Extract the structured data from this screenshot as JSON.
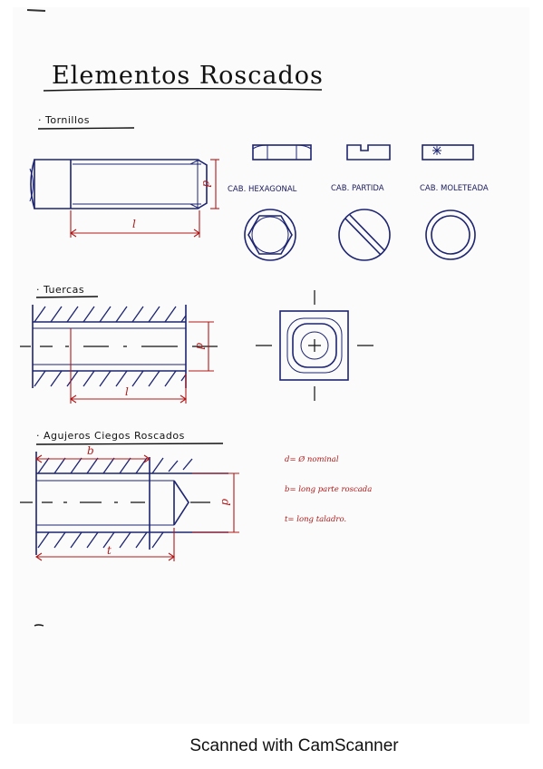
{
  "title": "Elementos Roscados",
  "sections": {
    "tornillos": "· Tornillos",
    "tuercas": "· Tuercas",
    "agujeros": "· Agujeros Ciegos Roscados"
  },
  "heads": {
    "hexagonal": "CAB. HEXAGONAL",
    "partida": "CAB. PARTIDA",
    "moleteada": "CAB. MOLETEADA"
  },
  "dims": {
    "d": "d",
    "l": "l",
    "b": "b",
    "t": "t"
  },
  "legend": {
    "d": "d= Ø nominal",
    "b": "b= long parte roscada",
    "t": "t= long taladro."
  },
  "footer": "Scanned with CamScanner",
  "colors": {
    "ink_blue": "#1d2470",
    "ink_red": "#b01818",
    "ink_black": "#111111"
  }
}
